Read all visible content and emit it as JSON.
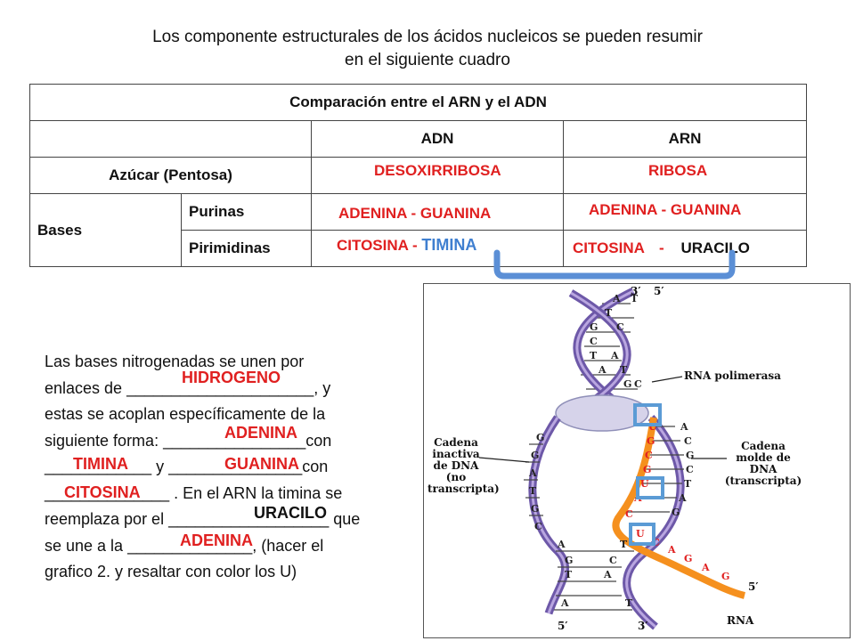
{
  "intro": {
    "line1": "Los componente estructurales de los ácidos nucleicos se pueden resumir",
    "line2": "en el siguiente cuadro"
  },
  "table": {
    "title": "Comparación entre el ARN y el ADN",
    "col_adn": "ADN",
    "col_arn": "ARN",
    "row_azucar": "Azúcar (Pentosa)",
    "azucar_adn": "DESOXIRRIBOSA",
    "azucar_arn": "RIBOSA",
    "row_bases": "Bases",
    "purinas": "Purinas",
    "purinas_adn": "ADENINA - GUANINA",
    "purinas_arn": "ADENINA - GUANINA",
    "pirimidinas": "Pirimidinas",
    "pirim_adn_a": "CITOSINA -",
    "pirim_adn_b": "TIMINA",
    "pirim_arn_a": "CITOSINA",
    "pirim_arn_dash": "-",
    "pirim_arn_b": "URACILO"
  },
  "paragraph": {
    "l1": "Las bases nitrogenadas se unen por",
    "l2": "enlaces de _____________________, y",
    "l3": "estas se acoplan específicamente de  la",
    "l4": "siguiente forma: ________________con",
    "l5": "____________ y _______________con",
    "l6": "______________ .  En el ARN la timina se",
    "l7": "reemplaza por el __________________ que",
    "l8": "se une a la ______________,  (hacer el",
    "l9": "grafico  2. y resaltar con color los U)"
  },
  "answers": {
    "hidrogeno": "HIDROGENO",
    "adenina1": "ADENINA",
    "timina": "TIMINA",
    "guanina": "GUANINA",
    "citosina": "CITOSINA",
    "uracilo": "URACILO",
    "adenina2": "ADENINA"
  },
  "figure": {
    "label_rna_pol": "RNA polimerasa",
    "label_inactiva": "Cadena\ninactiva\nde DNA\n(no transcripta)",
    "label_molde": "Cadena\nmolde de\nDNA\n(transcripta)",
    "label_rna": "RNA",
    "label_3p_top": "3′",
    "label_5p_top": "5′",
    "label_5p_bottom": "5′",
    "label_3p_bottom": "3′",
    "accent_dna": "#7a5fb0",
    "accent_rna": "#f5901e",
    "highlight_box": "#5b9bd5"
  },
  "colors": {
    "answer_red": "#e02020",
    "timina_blue": "#3f7fd0",
    "bracket_blue": "#5b8fd6"
  }
}
